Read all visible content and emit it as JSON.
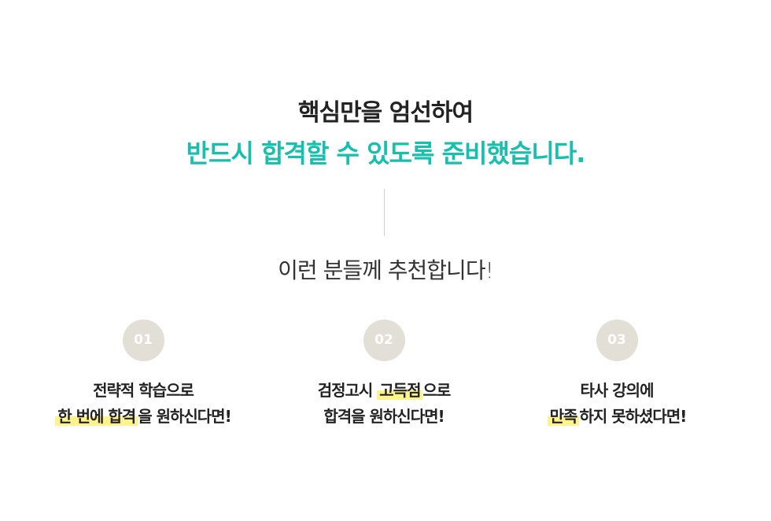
{
  "heading": {
    "line1": "핵심만을 엄선하여",
    "line2": "반드시 합격할 수 있도록 준비했습니다."
  },
  "subheading": "이런 분들께 추천합니다!",
  "accent_color": "#17bfae",
  "highlight_color": "#fff48a",
  "items": [
    {
      "number": "01",
      "line1_pre": "전략적 학습으로",
      "line1_hl": "",
      "line1_post": "",
      "line2_pre": "",
      "line2_hl": "한 번에 합격",
      "line2_post": "을 원하신다면!"
    },
    {
      "number": "02",
      "line1_pre": "검정고시 ",
      "line1_hl": "고득점",
      "line1_post": "으로",
      "line2_pre": "합격을 원하신다면!",
      "line2_hl": "",
      "line2_post": ""
    },
    {
      "number": "03",
      "line1_pre": "타사 강의에",
      "line1_hl": "",
      "line1_post": "",
      "line2_pre": "",
      "line2_hl": "만족",
      "line2_post": "하지 못하셨다면!"
    }
  ]
}
